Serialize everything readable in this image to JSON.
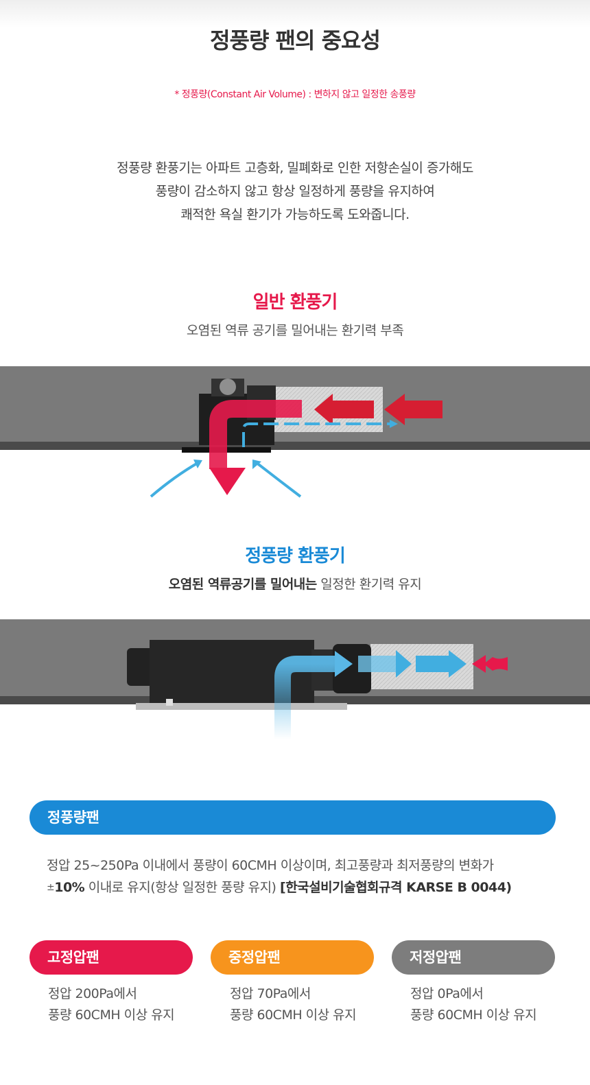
{
  "page_title": "정풍량 팬의 중요성",
  "note": "* 정풍량(Constant Air Volume) :  변하지 않고 일정한 송풍량",
  "intro": [
    "정풍량 환풍기는 아파트 고층화, 밀폐화로 인한 저항손실이 증가해도",
    "풍량이 감소하지 않고 항상 일정하게 풍량을 유지하여",
    "쾌적한 욕실 환기가 가능하도록 도와줍니다."
  ],
  "general_fan": {
    "title": "일반 환풍기",
    "subtitle": "오염된 역류 공기를 밀어내는 환기력 부족"
  },
  "cav_fan": {
    "title": "정풍량 환풍기",
    "subtitle_bold": "오염된 역류공기를 밀어내는",
    "subtitle_rest": " 일정한 환기력 유지"
  },
  "definition": {
    "label": "정풍량팬",
    "line1": "정압 25~250Pa 이내에서 풍량이 60CMH 이상이며, 최고풍량과 최저풍량의 변화가",
    "line2_pm": "±",
    "line2_bold": "10%",
    "line2_rest": " 이내로 유지(항상 일정한 풍량 유지) ",
    "line2_ref": "[한국설비기술협회규격 KARSE B 0044)"
  },
  "types": [
    {
      "label": "고정압팬",
      "line1": "정압 200Pa에서",
      "line2": "풍량 60CMH 이상 유지"
    },
    {
      "label": "중정압팬",
      "line1": "정압 70Pa에서",
      "line2": "풍량 60CMH 이상 유지"
    },
    {
      "label": "저정압팬",
      "line1": "정압 0Pa에서",
      "line2": "풍량 60CMH 이상 유지"
    }
  ],
  "colors": {
    "red": "#e6194b",
    "blue": "#1a8ad6",
    "orange": "#f7941d",
    "gray": "#7d7d7d"
  }
}
